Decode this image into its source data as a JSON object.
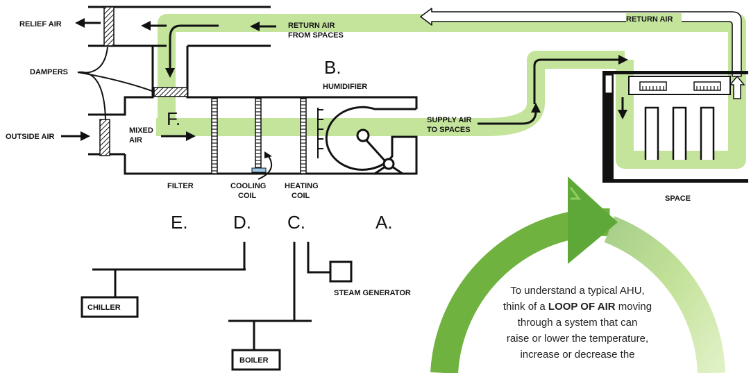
{
  "labels": {
    "relief_air": "RELIEF AIR",
    "dampers": "DAMPERS",
    "outside_air": "OUTSIDE AIR",
    "mixed_air_1": "MIXED",
    "mixed_air_2": "AIR",
    "return_from_spaces_1": "RETURN AIR",
    "return_from_spaces_2": "FROM SPACES",
    "return_air_top": "RETURN AIR",
    "humidifier": "HUMIDIFIER",
    "supply_1": "SUPPLY AIR",
    "supply_2": "TO SPACES",
    "filter": "FILTER",
    "cooling_1": "COOLING",
    "cooling_2": "COIL",
    "heating_1": "HEATING",
    "heating_2": "COIL",
    "space": "SPACE",
    "steam_generator": "STEAM GENERATOR",
    "chiller": "CHILLER",
    "boiler": "BOILER"
  },
  "letters": {
    "a": "A.",
    "b": "B.",
    "c": "C.",
    "d": "D.",
    "e": "E.",
    "f": "F."
  },
  "note": {
    "line1": "To understand a typical AHU,",
    "line2_pre": "think of a ",
    "line2_bold": "LOOP OF AIR",
    "line2_post": " moving",
    "line3": "through a system that can",
    "line4": "raise or lower the temperature,",
    "line5": "increase or decrease the"
  },
  "colors": {
    "loop_green": "#c4e49c",
    "arrow_green_dark": "#5ea83a",
    "arrow_green_light": "#d4eaa8",
    "line": "#111111"
  }
}
